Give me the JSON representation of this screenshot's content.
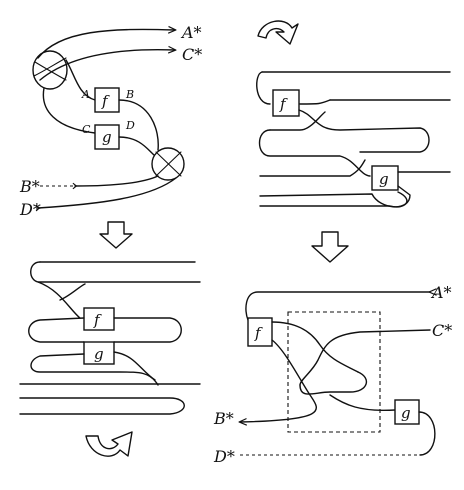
{
  "panels": {
    "top_left": {
      "outputs": [
        "A*",
        "C*"
      ],
      "inputs": [
        "B*",
        "D*"
      ],
      "box_f": "f",
      "box_g": "g",
      "port_a": "A",
      "port_b": "B",
      "port_c": "C",
      "port_d": "D"
    },
    "top_right": {
      "box_f": "f",
      "box_g": "g"
    },
    "bottom_left": {
      "box_f": "f",
      "box_g": "g"
    },
    "bottom_right": {
      "outputs": [
        "A*",
        "C*"
      ],
      "inputs": [
        "B*",
        "D*"
      ],
      "box_f": "f",
      "box_g": "g"
    }
  },
  "icons": [
    "curved-arrow-right-icon",
    "down-arrow-icon",
    "down-arrow-icon",
    "curved-arrow-left-icon"
  ]
}
